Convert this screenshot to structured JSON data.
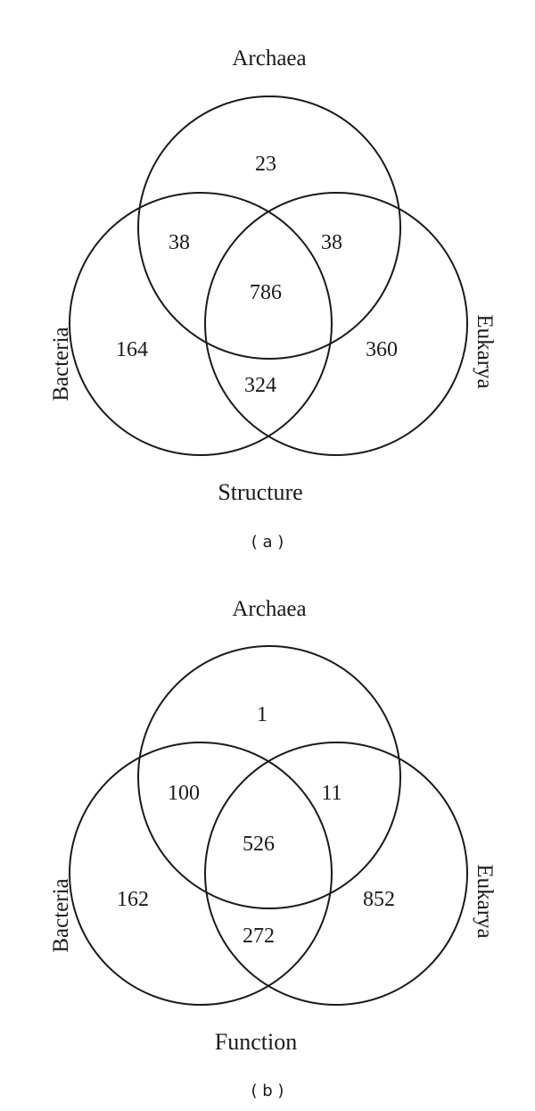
{
  "diagrams": [
    {
      "sets": {
        "top": "Archaea",
        "left": "Bacteria",
        "right": "Eukarya"
      },
      "regions": {
        "top_only": "23",
        "top_left": "38",
        "top_right": "38",
        "center": "786",
        "left_only": "164",
        "right_only": "360",
        "left_right": "324"
      },
      "title": "Structure",
      "caption": "( a )"
    },
    {
      "sets": {
        "top": "Archaea",
        "left": "Bacteria",
        "right": "Eukarya"
      },
      "regions": {
        "top_only": "1",
        "top_left": "100",
        "top_right": "11",
        "center": "526",
        "left_only": "162",
        "right_only": "852",
        "left_right": "272"
      },
      "title": "Function",
      "caption": "( b )"
    }
  ]
}
